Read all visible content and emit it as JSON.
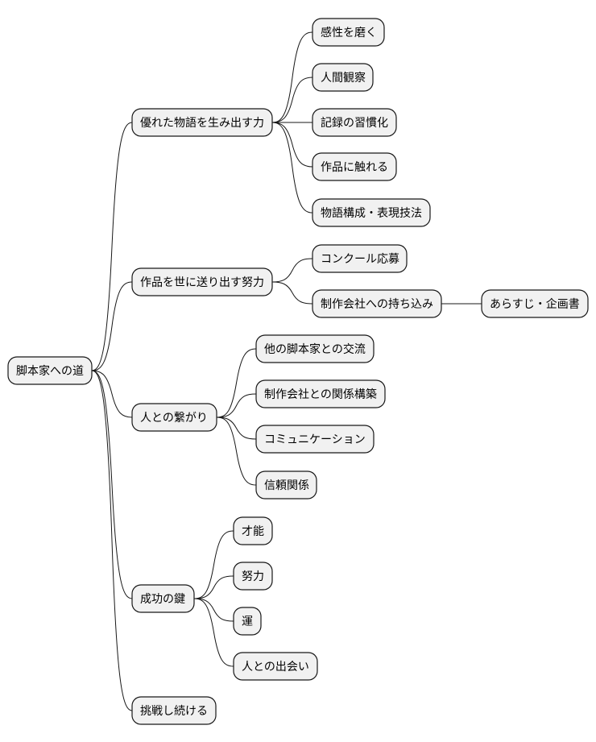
{
  "mindmap": {
    "root": {
      "label": "脚本家への道",
      "children": [
        {
          "label": "優れた物語を生み出す力",
          "children": [
            {
              "label": "感性を磨く"
            },
            {
              "label": "人間観察"
            },
            {
              "label": "記録の習慣化"
            },
            {
              "label": "作品に触れる"
            },
            {
              "label": "物語構成・表現技法"
            }
          ]
        },
        {
          "label": "作品を世に送り出す努力",
          "children": [
            {
              "label": "コンクール応募"
            },
            {
              "label": "制作会社への持ち込み",
              "children": [
                {
                  "label": "あらすじ・企画書"
                }
              ]
            }
          ]
        },
        {
          "label": "人との繋がり",
          "children": [
            {
              "label": "他の脚本家との交流"
            },
            {
              "label": "制作会社との関係構築"
            },
            {
              "label": "コミュニケーション"
            },
            {
              "label": "信頼関係"
            }
          ]
        },
        {
          "label": "成功の鍵",
          "children": [
            {
              "label": "才能"
            },
            {
              "label": "努力"
            },
            {
              "label": "運"
            },
            {
              "label": "人との出会い"
            }
          ]
        },
        {
          "label": "挑戦し続ける"
        }
      ]
    }
  }
}
